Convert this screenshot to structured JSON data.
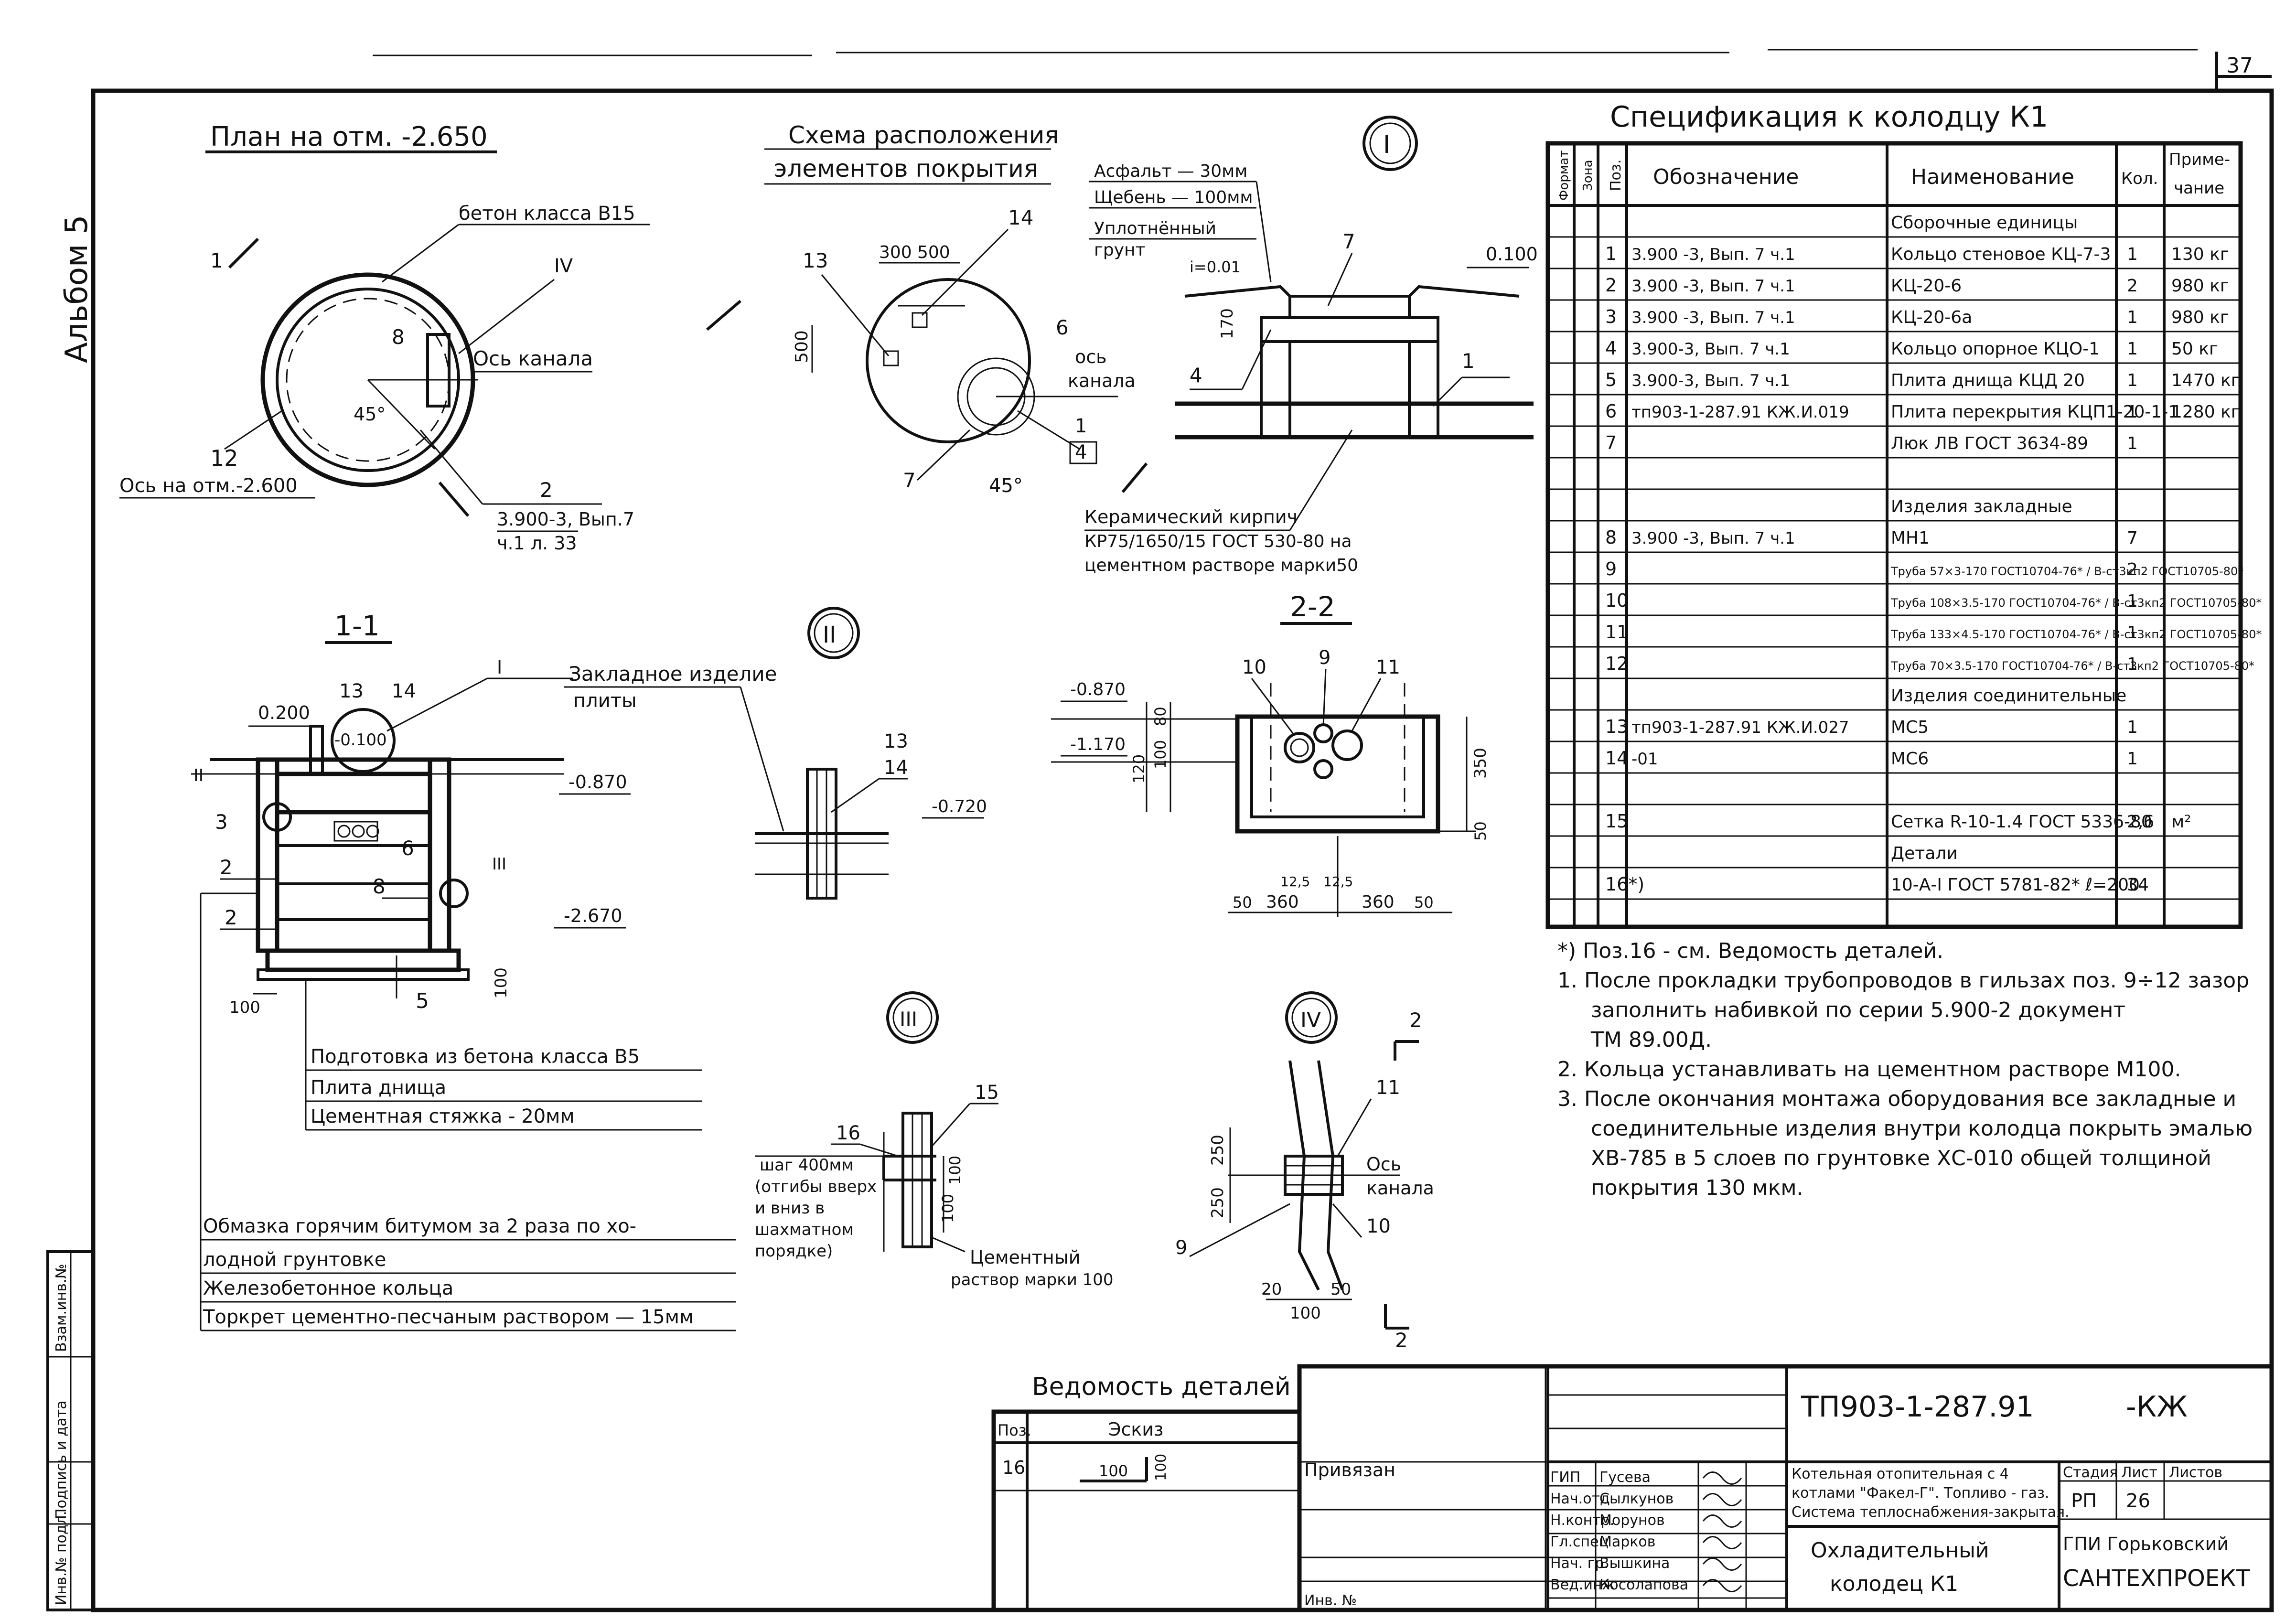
{
  "sheet_number": "37",
  "album_label": "Альбом 5",
  "plan": {
    "title": "План на отм. -2.650",
    "concrete_label": "бетон класса В15",
    "canal_axis": "Ось канала",
    "axis_at_level": "Ось на отм.-2.600",
    "angle": "45°",
    "ref_text_1": "3.900-3, Вып.7",
    "ref_text_2": "ч.1 л. 33",
    "callout_iv": "IV",
    "pos_1": "1",
    "pos_2": "2",
    "pos_8": "8",
    "pos_12": "12"
  },
  "schema": {
    "title_1": "Схема расположения",
    "title_2": "элементов покрытия",
    "dim_300": "300",
    "dim_500a": "500",
    "dim_500b": "500",
    "canal_axis_1": "ось",
    "canal_axis_2": "канала",
    "angle": "45°",
    "pos_13": "13",
    "pos_14": "14",
    "pos_6": "6",
    "pos_7": "7",
    "pos_1": "1",
    "pos_4": "4"
  },
  "detail_i": {
    "marker": "I",
    "layer_1": "Асфальт — 30мм",
    "layer_2": "Щебень — 100мм",
    "layer_3": "Уплотнённый",
    "layer_3b": "грунт",
    "slope": "i=0.01",
    "level": "0.100",
    "dim_170": "170",
    "pos_7": "7",
    "pos_4": "4",
    "pos_1": "1",
    "brick_1": "Керамический кирпич",
    "brick_2": "КР75/1650/15 ГОСТ 530-80 на",
    "brick_3": "цементном растворе марки50"
  },
  "spec": {
    "title": "Спецификация к колодцу К1",
    "headers": {
      "format": "Формат",
      "zone": "Зона",
      "pos": "Поз.",
      "designation": "Обозначение",
      "name": "Наименование",
      "qty": "Кол.",
      "note_1": "Приме-",
      "note_2": "чание"
    },
    "rows": [
      {
        "pos": "",
        "designation": "",
        "name": "Сборочные единицы",
        "qty": "",
        "note": ""
      },
      {
        "pos": "1",
        "designation": "3.900 -3, Вып. 7 ч.1",
        "name": "Кольцо стеновое   КЦ-7-3",
        "qty": "1",
        "note": "130 кг"
      },
      {
        "pos": "2",
        "designation": "3.900 -3, Вып. 7 ч.1",
        "name": "КЦ-20-6",
        "qty": "2",
        "note": "980 кг"
      },
      {
        "pos": "3",
        "designation": "3.900 -3, Вып. 7 ч.1",
        "name": "КЦ-20-6а",
        "qty": "1",
        "note": "980 кг"
      },
      {
        "pos": "4",
        "designation": "3.900-3, Вып. 7 ч.1",
        "name": "Кольцо опорное   КЦО-1",
        "qty": "1",
        "note": "50 кг"
      },
      {
        "pos": "5",
        "designation": "3.900-3, Вып. 7 ч.1",
        "name": "Плита днища   КЦД 20",
        "qty": "1",
        "note": "1470 кг"
      },
      {
        "pos": "6",
        "designation": "тп903-1-287.91   КЖ.И.019",
        "name": "Плита перекрытия КЦП1-20-1-1",
        "qty": "1",
        "note": "1280 кг"
      },
      {
        "pos": "7",
        "designation": "",
        "name": "Люк ЛВ ГОСТ 3634-89",
        "qty": "1",
        "note": ""
      },
      {
        "pos": "",
        "designation": "",
        "name": "",
        "qty": "",
        "note": ""
      },
      {
        "pos": "",
        "designation": "",
        "name": "Изделия закладные",
        "qty": "",
        "note": ""
      },
      {
        "pos": "8",
        "designation": "3.900 -3, Вып. 7 ч.1",
        "name": "МН1",
        "qty": "7",
        "note": ""
      },
      {
        "pos": "9",
        "designation": "",
        "name": "Труба 57×3-170 ГОСТ10704-76* / В-ст3кп2 ГОСТ10705-80*",
        "qty": "2",
        "note": ""
      },
      {
        "pos": "10",
        "designation": "",
        "name": "Труба 108×3.5-170 ГОСТ10704-76* / В-ст3кп2 ГОСТ10705-80*",
        "qty": "1",
        "note": ""
      },
      {
        "pos": "11",
        "designation": "",
        "name": "Труба 133×4.5-170 ГОСТ10704-76* / В-ст3кп2 ГОСТ10705-80*",
        "qty": "1",
        "note": ""
      },
      {
        "pos": "12",
        "designation": "",
        "name": "Труба 70×3.5-170 ГОСТ10704-76* / В-ст3кп2 ГОСТ10705-80*",
        "qty": "1",
        "note": ""
      },
      {
        "pos": "",
        "designation": "",
        "name": "Изделия соединительные",
        "qty": "",
        "note": ""
      },
      {
        "pos": "13",
        "designation": "тп903-1-287.91   КЖ.И.027",
        "name": "МС5",
        "qty": "1",
        "note": ""
      },
      {
        "pos": "14",
        "designation": "-01",
        "name": "МС6",
        "qty": "1",
        "note": ""
      },
      {
        "pos": "",
        "designation": "",
        "name": "",
        "qty": "",
        "note": ""
      },
      {
        "pos": "15",
        "designation": "",
        "name": "Сетка R-10-1.4 ГОСТ 5336-80",
        "qty": "2,6",
        "note": "м²"
      },
      {
        "pos": "",
        "designation": "",
        "name": "Детали",
        "qty": "",
        "note": ""
      },
      {
        "pos": "16*)",
        "designation": "",
        "name": "10-А-I ГОСТ 5781-82* ℓ=200",
        "qty": "34",
        "note": ""
      }
    ]
  },
  "notes": [
    "*) Поз.16 - см. Ведомость деталей.",
    "1. После прокладки трубопроводов в гильзах поз. 9÷12 зазор",
    "заполнить набивкой по серии 5.900-2 документ",
    "ТМ 89.00Д.",
    "2. Кольца устанавливать на цементном растворе М100.",
    "3. После окончания монтажа оборудования все закладные и",
    "соединительные изделия внутри колодца покрыть эмалью",
    "ХВ-785 в 5 слоев по грунтовке ХС-010 общей толщиной",
    "покрытия 130 мкм."
  ],
  "section_11": {
    "title": "1-1",
    "lvl_0200": "0.200",
    "lvl_m0100": "-0.100",
    "lvl_m0870": "-0.870",
    "lvl_m2670": "-2.670",
    "dim_100a": "100",
    "dim_100b": "100",
    "m_i": "I",
    "m_ii": "II",
    "m_iii": "III",
    "p2a": "2",
    "p2b": "2",
    "p3": "3",
    "p5": "5",
    "p6": "6",
    "p8": "8",
    "p13": "13",
    "p14": "14",
    "label_1": "Подготовка из бетона класса   В5",
    "label_2": "Плита днища",
    "label_3": "Цементная стяжка - 20мм",
    "label_4": "Обмазка горячим битумом за 2 раза по хо-",
    "label_4b": "лодной грунтовке",
    "label_5": "Железобетонное кольца",
    "label_6": "Торкрет цементно-песчаным раствором — 15мм"
  },
  "detail_ii": {
    "marker": "II",
    "t1": "Закладное изделие",
    "t2": "плиты",
    "p13": "13",
    "p14": "14",
    "lvl": "-0.720"
  },
  "section_22": {
    "title": "2-2",
    "lvl_0870": "-0.870",
    "lvl_1170": "-1.170",
    "d120": "120",
    "d80": "80",
    "d100": "100",
    "d350": "350",
    "d50a": "50",
    "d360a": "360",
    "d360b": "360",
    "d50b": "50",
    "d50c": "50",
    "d125a": "12,5",
    "d125b": "12,5",
    "p9": "9",
    "p10": "10",
    "p11": "11"
  },
  "detail_iii": {
    "marker": "III",
    "p15": "15",
    "p16": "16",
    "d100a": "100",
    "d100b": "100",
    "step_1": "шаг 400мм",
    "step_2": "(отгибы вверх",
    "step_3": "и вниз в",
    "step_4": "шахматном",
    "step_5": "порядке)",
    "mortar_1": "Цементный",
    "mortar_2": "раствор марки 100"
  },
  "detail_iv": {
    "marker": "IV",
    "d250a": "250",
    "d250b": "250",
    "d20": "20",
    "d100": "100",
    "d50": "50",
    "axis_1": "Ось",
    "axis_2": "канала",
    "p9": "9",
    "p10": "10",
    "p11": "11",
    "cut": "2"
  },
  "details_table": {
    "title": "Ведомость деталей",
    "h_pos": "Поз.",
    "h_sketch": "Эскиз",
    "row_pos": "16",
    "row_dim_a": "100",
    "row_dim_b": "100"
  },
  "title_block": {
    "code": "ТП903-1-287.91",
    "suffix": "-КЖ",
    "privyazan": "Привязан",
    "inv": "Инв. №",
    "roles": [
      "ГИП",
      "Нач.отд",
      "Н.контр.",
      "Гл.спец",
      "Нач. гр.",
      "Вед.инж"
    ],
    "names": [
      "Гусева",
      "Сылкунов",
      "Морунов",
      "Марков",
      "Вышкина",
      "Косолапова"
    ],
    "project_1": "Котельная отопительная с 4",
    "project_2": "котлами \"Факел-Г\". Топливо - газ.",
    "project_3": "Система теплоснабжения-закрытая.",
    "drawing_1": "Охладительный",
    "drawing_2": "колодец К1",
    "stage_h": "Стадия",
    "sheet_h": "Лист",
    "sheets_h": "Листов",
    "stage": "РП",
    "sheet": "26",
    "org_1": "ГПИ Горьковский",
    "org_2": "САНТЕХПРОЕКТ",
    "side_1": "Инв.№ подл.",
    "side_2": "Подпись и дата",
    "side_3": "Взам.инв.№"
  }
}
